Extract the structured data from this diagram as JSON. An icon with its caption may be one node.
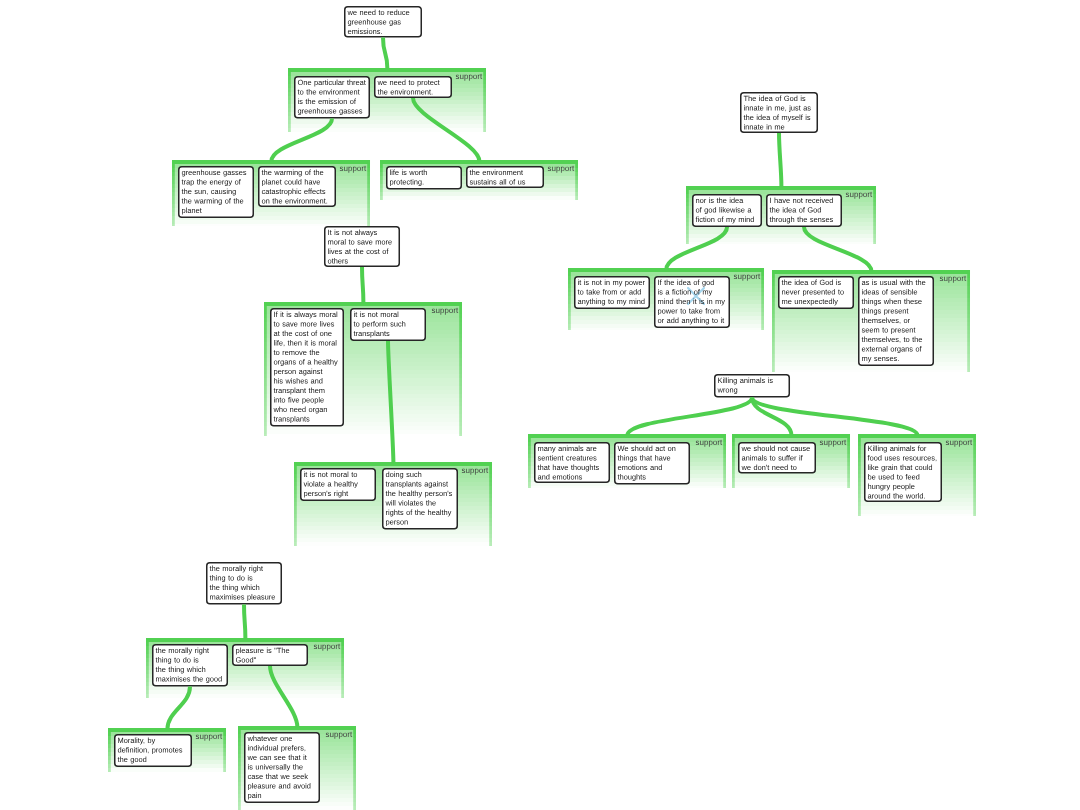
{
  "diagram": {
    "nodes": [
      {
        "text": [
          "we need to reduce greenhouse gas emissions."
        ]
      },
      {
        "text": [
          "support"
        ]
      },
      {
        "text": [
          "One particular threat to the environment is the emission of greenhouse gasses"
        ],
        "in": 1
      },
      {
        "text": [
          "we need to protect the environment."
        ],
        "in": 1
      },
      {
        "text": [
          "support"
        ]
      },
      {
        "text": [
          "greenhouse gasses trap the energy of the sun, causing the warming of the planet"
        ],
        "in": 4
      },
      {
        "text": [
          "the warming of the planet could have catastrophic effects on the environment."
        ],
        "in": 4
      },
      {
        "text": [
          "support"
        ]
      },
      {
        "text": [
          "life is worth protecting."
        ],
        "in": 7
      },
      {
        "text": [
          "the environment sustains all of us"
        ],
        "in": 7
      },
      {
        "text": [
          "The idea of God is innate in me, just as the idea of myself is innate in me"
        ]
      },
      {
        "text": [
          "support"
        ]
      },
      {
        "text": [
          "nor is the idea of god likewise a fiction of my mind"
        ],
        "in": 11
      },
      {
        "text": [
          "I have not received the idea of God through the senses"
        ],
        "in": 11
      },
      {
        "text": [
          "support"
        ]
      },
      {
        "text": [
          "it is not in my power to take from or add anything to my mind"
        ],
        "in": 14
      },
      {
        "text": [
          "If the idea of god is a fiction of my mind then it is in my power to take from or add anything to it"
        ],
        "in": 14
      },
      {
        "text": [
          "support"
        ]
      },
      {
        "text": [
          "the idea of God is never presented to me unexpectedly"
        ],
        "in": 17
      },
      {
        "text": [
          "as is usual with the ideas of sensible things when these things present themselves, or seem to present themselves, to the external organs of my senses."
        ],
        "in": 17
      },
      {
        "text": [
          "It is not always moral to save more lives at the cost of others"
        ]
      },
      {
        "text": [
          "support"
        ]
      },
      {
        "text": [
          "If it is always moral to save more lives at the cost of one life, then it is moral to remove the organs of a healthy person against his wishes and transplant them into five people who need organ transplants"
        ],
        "in": 21
      },
      {
        "text": [
          "it is not moral to perform such transplants"
        ],
        "in": 21
      },
      {
        "text": [
          "support"
        ]
      },
      {
        "text": [
          "it is not moral to violate a healthy person's right"
        ],
        "in": 24
      },
      {
        "text": [
          "doing such transplants against the healthy person's will violates the rights of the healthy person"
        ],
        "in": 24
      },
      {
        "text": [
          "Killing animals is wrong"
        ]
      },
      {
        "text": [
          "support"
        ]
      },
      {
        "text": [
          "many animals are sentient creatures that have thoughts and emotions"
        ],
        "in": 28
      },
      {
        "text": [
          "We should act on things that have emotions and thoughts"
        ],
        "in": 28
      },
      {
        "text": [
          "support"
        ]
      },
      {
        "text": [
          "we should not cause animals to suffer if we don't need to"
        ],
        "in": 31
      },
      {
        "text": [
          "support"
        ]
      },
      {
        "text": [
          "Killing animals for food uses resources, like grain that could be used to feed hungry people around the world."
        ],
        "in": 33
      },
      {
        "text": [
          "the morally right thing to do is the thing which maximises pleasure"
        ]
      },
      {
        "text": [
          "support"
        ]
      },
      {
        "text": [
          "the morally right thing to do is the thing which maximises the good"
        ],
        "in": 36
      },
      {
        "text": [
          "pleasure is \"The Good\""
        ],
        "in": 36
      },
      {
        "text": [
          "support"
        ]
      },
      {
        "text": [
          "Morality, by definition, promotes the good"
        ],
        "in": 39
      },
      {
        "text": [
          "support"
        ]
      },
      {
        "text": [
          "whatever one individual prefers, we can see that it is universally the case that we seek pleasure and avoid pain"
        ],
        "in": 41
      }
    ],
    "edges": [
      {
        "from": 0,
        "to": 1,
        "arrow": "none"
      },
      {
        "from": 2,
        "to": 4,
        "arrow": "none"
      },
      {
        "from": 3,
        "to": 7,
        "arrow": "none"
      },
      {
        "from": 10,
        "to": 11,
        "arrow": "none"
      },
      {
        "from": 12,
        "to": 14,
        "arrow": "none"
      },
      {
        "from": 13,
        "to": 17,
        "arrow": "none"
      },
      {
        "from": 20,
        "to": 21,
        "arrow": "none"
      },
      {
        "from": 23,
        "to": 24,
        "arrow": "none"
      },
      {
        "from": 27,
        "to": 28,
        "arrow": "none"
      },
      {
        "from": 27,
        "to": 31,
        "arrow": "none"
      },
      {
        "from": 27,
        "to": 33,
        "arrow": "none"
      },
      {
        "from": 35,
        "to": 36,
        "arrow": "none"
      },
      {
        "from": 37,
        "to": 39,
        "arrow": "none"
      },
      {
        "from": 38,
        "to": 41,
        "arrow": "none"
      }
    ]
  }
}
